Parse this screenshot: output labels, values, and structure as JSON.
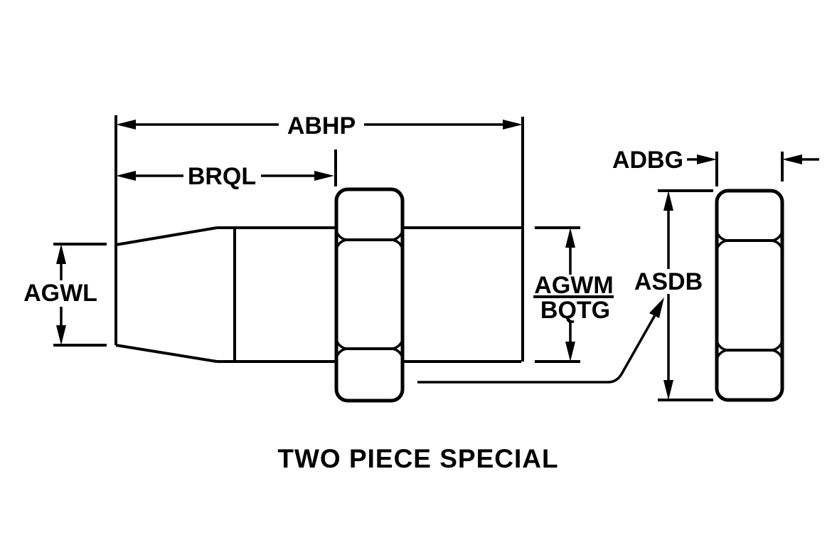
{
  "title": "TWO PIECE SPECIAL",
  "dimensions": {
    "overall_length": "ABHP",
    "taper_section_length": "BRQL",
    "small_end_diameter": "AGWL",
    "body_diameter_upper": "AGWM",
    "body_diameter_lower": "BQTG",
    "nut_thickness": "ADBG",
    "nut_across_flats": "ASDB"
  },
  "colors": {
    "ink": "#000000",
    "paper": "#ffffff"
  }
}
